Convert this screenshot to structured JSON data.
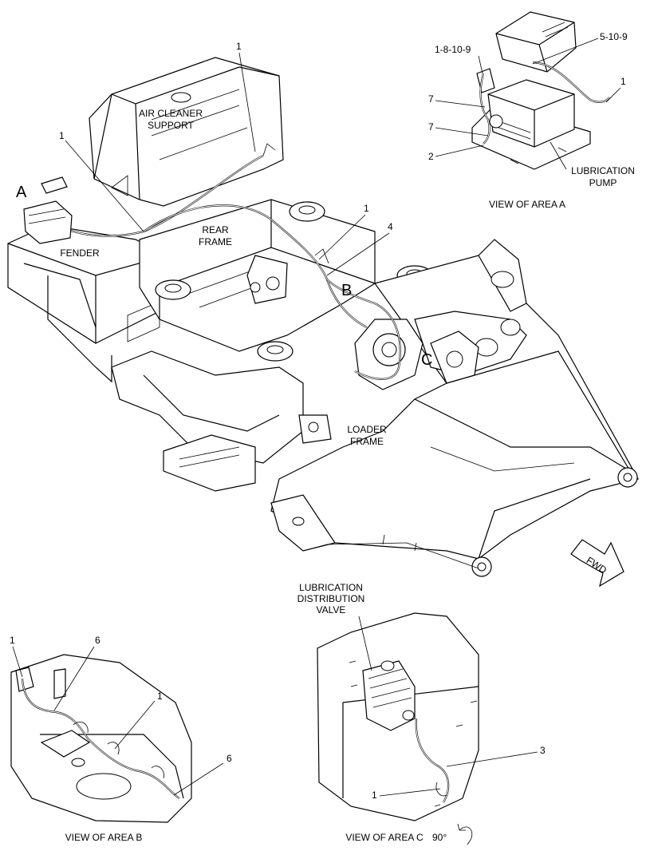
{
  "labels": {
    "air_cleaner_support": [
      "AIR CLEANER",
      "SUPPORT"
    ],
    "rear_frame": [
      "REAR",
      "FRAME"
    ],
    "fender": "FENDER",
    "loader_frame": [
      "LOADER",
      "FRAME"
    ],
    "lubrication_pump": [
      "LUBRICATION",
      "PUMP"
    ],
    "lubrication_distribution_valve": [
      "LUBRICATION",
      "DISTRIBUTION",
      "VALVE"
    ],
    "fwd": "FWD"
  },
  "areas": {
    "a": "A",
    "b": "B",
    "c": "C"
  },
  "views": {
    "area_a": "VIEW OF AREA A",
    "area_b": "VIEW OF AREA B",
    "area_c": "VIEW OF AREA C",
    "rotation": "90°"
  },
  "callouts": {
    "main_1a": "1",
    "main_1b": "1",
    "main_1c": "1",
    "main_4": "4",
    "a_1_8_10_9": "1-8-10-9",
    "a_5_10_9": "5-10-9",
    "a_1": "1",
    "a_7a": "7",
    "a_7b": "7",
    "a_2": "2",
    "b_1a": "1",
    "b_6a": "6",
    "b_1b": "1",
    "b_6b": "6",
    "c_3": "3",
    "c_1": "1"
  }
}
